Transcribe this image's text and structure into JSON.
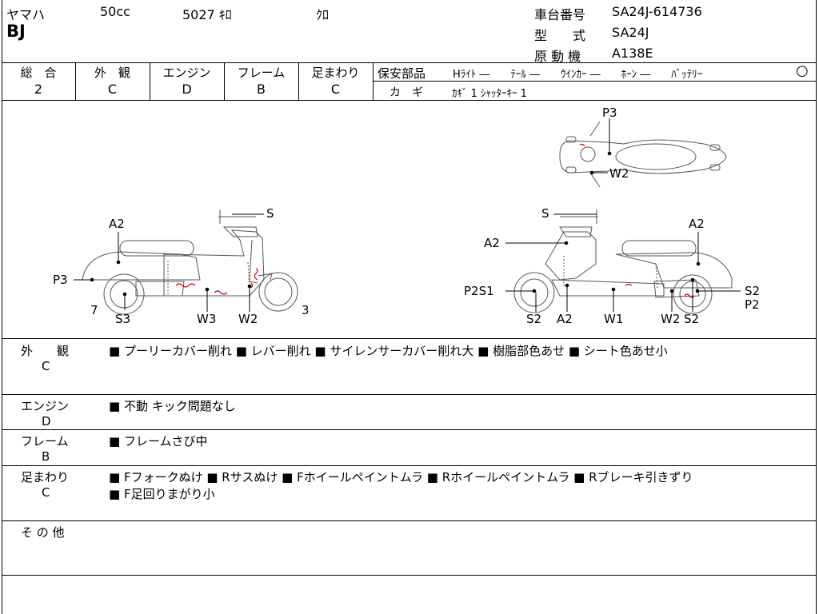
{
  "header": {
    "maker": "ヤマハ",
    "displacement": "50cc",
    "mileage": "5027 ｷﾛ",
    "color": "ｸﾛ",
    "model": "BJ",
    "frame_no_label": "車台番号",
    "frame_no": "SA24J-614736",
    "type_label": "型　　式",
    "type_value": "SA24J",
    "engine_label": "原 動 機",
    "engine_value": "A138E"
  },
  "grades": {
    "overall_label": "総　合",
    "overall": "2",
    "exterior_label": "外　観",
    "exterior": "C",
    "engine_label": "エンジン",
    "engine": "D",
    "frame_label": "フレーム",
    "frame": "B",
    "suspension_label": "足まわり",
    "suspension": "C"
  },
  "safety": {
    "label": "保安部品",
    "items": "Hﾗｲﾄ ―　　ﾃｰﾙ ―　　ｳｲﾝｶｰ ―　　ﾎｰﾝ ―　　ﾊﾞｯﾃﾘｰ",
    "battery_mark": "○",
    "key_label": "カ　ギ",
    "key_value": "ｶｷﾞ 1  ｼｬｯﾀｰｷｰ 1"
  },
  "diagram_labels": {
    "left": {
      "A2": "A2",
      "S": "S",
      "P3": "P3",
      "n7": "7",
      "S3": "S3",
      "W3": "W3",
      "W2": "W2",
      "n3": "3"
    },
    "top": {
      "P3": "P3",
      "W2": "W2"
    },
    "right": {
      "S": "S",
      "A2a": "A2",
      "A2b": "A2",
      "P2S1": "P2S1",
      "S2a": "S2",
      "A2c": "A2",
      "W1": "W1",
      "W2": "W2",
      "S2b": "S2",
      "S2c": "S2",
      "P2": "P2"
    }
  },
  "details": {
    "exterior_label": "外　　観",
    "exterior_grade": "C",
    "exterior_text": "■ プーリーカバー削れ ■ レバー削れ ■ サイレンサーカバー削れ大 ■ 樹脂部色あせ ■ シート色あせ小",
    "engine_label": "エンジン",
    "engine_grade": "D",
    "engine_text": "■ 不動 キック問題なし",
    "frame_label": "フレーム",
    "frame_grade": "B",
    "frame_text": "■ フレームさび中",
    "suspension_label": "足まわり",
    "suspension_grade": "C",
    "suspension_text1": "■ Fフォークぬけ ■ Rサスぬけ ■ Fホイールペイントムラ ■ Rホイールペイントムラ ■ Rブレーキ引きずり",
    "suspension_text2": "■ F足回りまがり小",
    "other_label": "そ の 他"
  }
}
